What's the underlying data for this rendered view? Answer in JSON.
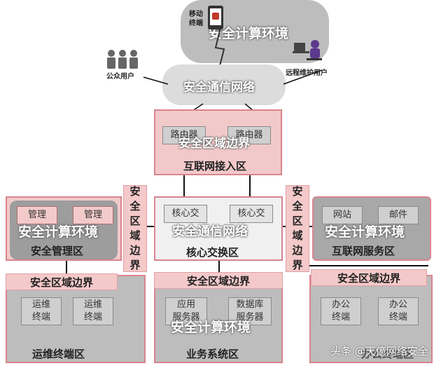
{
  "top_cloud": {
    "title": "安全计算环境",
    "mobile_label": "移动\n终端",
    "public_users_label": "公众用户",
    "remote_label": "远程维护用户"
  },
  "comm_cloud": {
    "title": "安全通信网络"
  },
  "internet_zone": {
    "boundary": "安全区域边界",
    "title": "互联网接入区",
    "devices": [
      "路由器",
      "路由器"
    ]
  },
  "mgmt_zone": {
    "overlay": "安全计算环境",
    "title": "安全管理区",
    "devices": [
      "管理",
      "管理"
    ]
  },
  "core_zone": {
    "overlay": "安全通信网络",
    "title": "核心交换区",
    "devices": [
      "核心交",
      "核心交"
    ]
  },
  "service_zone": {
    "overlay": "安全计算环境",
    "title": "互联网服务区",
    "devices": [
      "网站",
      "邮件"
    ]
  },
  "left_vband": [
    "安",
    "全",
    "区",
    "域",
    "边",
    "界"
  ],
  "right_vband": [
    "安",
    "全",
    "区",
    "域",
    "边",
    "界"
  ],
  "ops_zone": {
    "boundary": "安全区域边界",
    "title": "运维终端区",
    "devices": [
      "运维\n终端",
      "运维\n终端"
    ]
  },
  "biz_zone": {
    "boundary": "安全区域边界",
    "overlay": "安全计算环境",
    "title": "业务系统区",
    "devices": [
      "应用\n服务器",
      "数据库\n服务器"
    ]
  },
  "office_zone": {
    "boundary": "安全区域边界",
    "title": "办公终端区",
    "devices": [
      "办公\n终端",
      "办公\n终端"
    ]
  },
  "watermark": "头条 @天億网络安全",
  "colors": {
    "zone_border": "#d9848e",
    "pink_fill": "#f2c9c9",
    "gray_fill": "#bdbdbd"
  }
}
